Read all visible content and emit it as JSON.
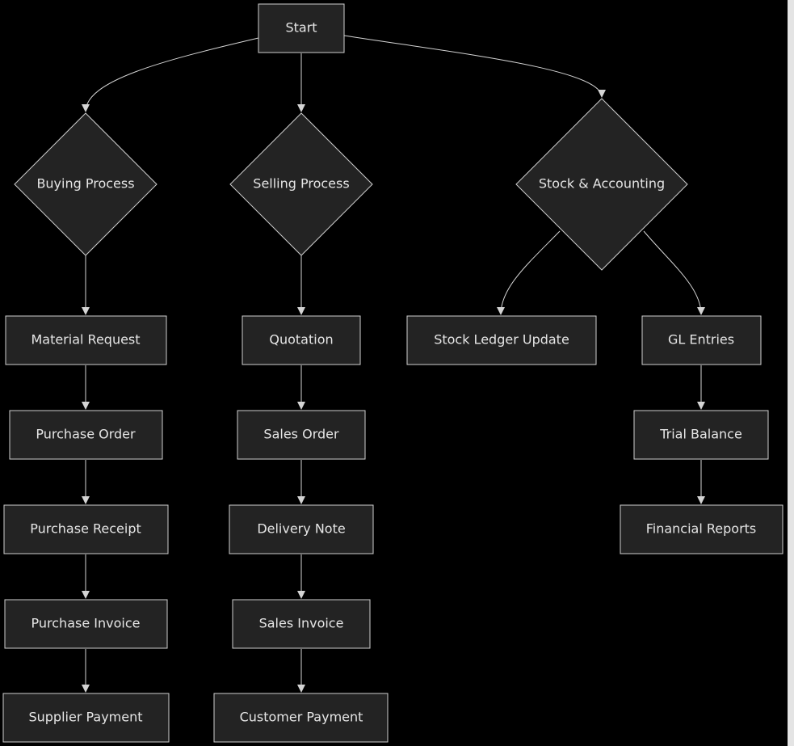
{
  "diagram": {
    "nodes": {
      "start": "Start",
      "buying": "Buying Process",
      "selling": "Selling Process",
      "stock": "Stock & Accounting",
      "material_request": "Material Request",
      "purchase_order": "Purchase Order",
      "purchase_receipt": "Purchase Receipt",
      "purchase_invoice": "Purchase Invoice",
      "supplier_payment": "Supplier Payment",
      "quotation": "Quotation",
      "sales_order": "Sales Order",
      "delivery_note": "Delivery Note",
      "sales_invoice": "Sales Invoice",
      "customer_payment": "Customer Payment",
      "stock_ledger": "Stock Ledger Update",
      "gl_entries": "GL Entries",
      "trial_balance": "Trial Balance",
      "financial_reports": "Financial Reports"
    },
    "colors": {
      "background": "#000000",
      "node_fill": "#232323",
      "node_stroke": "#cfcfcf",
      "edge": "#d4d4d4",
      "text": "#e6e6e6"
    }
  }
}
